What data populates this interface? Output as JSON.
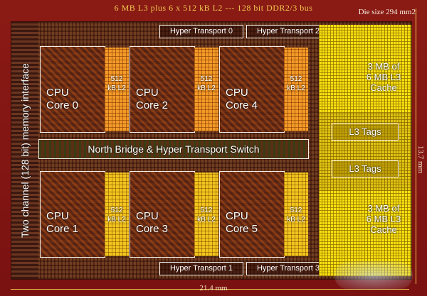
{
  "title": "6 MB L3  plus   6 x 512 kB L2  ---  128 bit DDR2/3 bus",
  "die_size": "Die size 294 mm2",
  "dimensions": {
    "width": "21.4 mm",
    "height": "13.7 mm"
  },
  "memory_interface": "Two channel (128 bit) memory interface",
  "hyper_transport": [
    "Hyper Transport 0",
    "Hyper Transport 2",
    "Hyper Transport 1",
    "Hyper Transport 3"
  ],
  "north_bridge": "North Bridge & Hyper Transport Switch",
  "cores": [
    {
      "line1": "CPU",
      "line2": "Core 0"
    },
    {
      "line1": "CPU",
      "line2": "Core 2"
    },
    {
      "line1": "CPU",
      "line2": "Core 4"
    },
    {
      "line1": "CPU",
      "line2": "Core 1"
    },
    {
      "line1": "CPU",
      "line2": "Core 3"
    },
    {
      "line1": "CPU",
      "line2": "Core 5"
    }
  ],
  "l2": {
    "line1": "512",
    "line2": "kB L2"
  },
  "l3": [
    {
      "line1": "3 MB of",
      "line2": "6 MB L3",
      "line3": "Cache"
    },
    {
      "line1": "3 MB of",
      "line2": "6 MB L3",
      "line3": "Cache"
    }
  ],
  "l3_tags": [
    "L3 Tags",
    "L3 Tags"
  ],
  "colors": {
    "die_red": "#7a1212",
    "l2_orange": "#f49a28",
    "l2_yellow": "#f4c41e",
    "l3_yellow": "#f8e010",
    "outline": "#f4f0e8"
  }
}
